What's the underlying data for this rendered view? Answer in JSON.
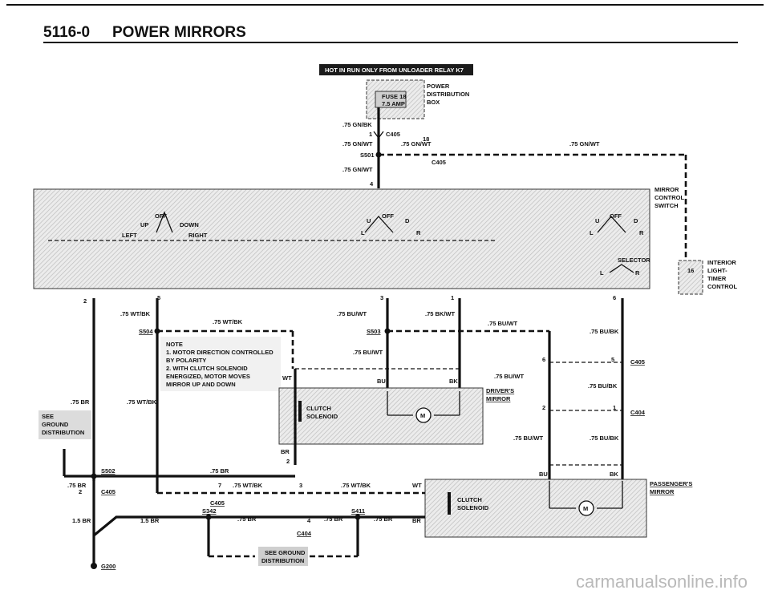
{
  "header": {
    "code": "5116-0",
    "title": "POWER MIRRORS"
  },
  "banner": {
    "text": "HOT IN RUN ONLY FROM UNLOADER RELAY K7"
  },
  "fuse": {
    "name": "FUSE 18",
    "rating": "7.5 AMP",
    "box_label": [
      "POWER",
      "DISTRIBUTION",
      "BOX"
    ]
  },
  "connectors": {
    "c405": "C405",
    "c404": "C404",
    "s501": "S501",
    "s502": "S502",
    "s503": "S503",
    "s504": "S504",
    "s342": "S342",
    "s411": "S411",
    "g200": "G200"
  },
  "wires": {
    "gn_bk": ".75 GN/BK",
    "gn_wt": ".75 GN/WT",
    "wt_bk": ".75 WT/BK",
    "bu_wt": ".75 BU/WT",
    "bk_wt": ".75 BK/WT",
    "bu_bk": ".75 BU/BK",
    "br": ".75 BR",
    "br15": "1.5 BR",
    "br_short": "BR",
    "wt": "WT",
    "bu": "BU",
    "bk": "BK"
  },
  "pins": [
    "1",
    "2",
    "3",
    "4",
    "5",
    "6",
    "7",
    "18"
  ],
  "switch": {
    "label": [
      "MIRROR",
      "CONTROL",
      "SWITCH"
    ],
    "positions": {
      "up": "UP",
      "down": "DOWN",
      "left": "LEFT",
      "right": "RIGHT",
      "off": "OFF",
      "u": "U",
      "d": "D",
      "l": "L",
      "r": "R"
    },
    "selector": "SELECTOR"
  },
  "timer": {
    "pin": "16",
    "label": [
      "INTERIOR",
      "LIGHT-",
      "TIMER",
      "CONTROL"
    ]
  },
  "note": {
    "lines": [
      "NOTE",
      "1. MOTOR DIRECTION CONTROLLED",
      "BY POLARITY",
      "2. WITH CLUTCH SOLENOID",
      "ENERGIZED, MOTOR MOVES",
      "MIRROR UP AND DOWN"
    ]
  },
  "mirrors": {
    "driver": [
      "DRIVER'S",
      "MIRROR"
    ],
    "passenger": [
      "PASSENGER'S",
      "MIRROR"
    ],
    "clutch": [
      "CLUTCH",
      "SOLENOID"
    ],
    "motor": "M"
  },
  "see_ground": [
    "SEE",
    "GROUND",
    "DISTRIBUTION"
  ],
  "see_ground_bottom": [
    "SEE GROUND",
    "DISTRIBUTION"
  ],
  "watermark": "carmanualsonline.info"
}
